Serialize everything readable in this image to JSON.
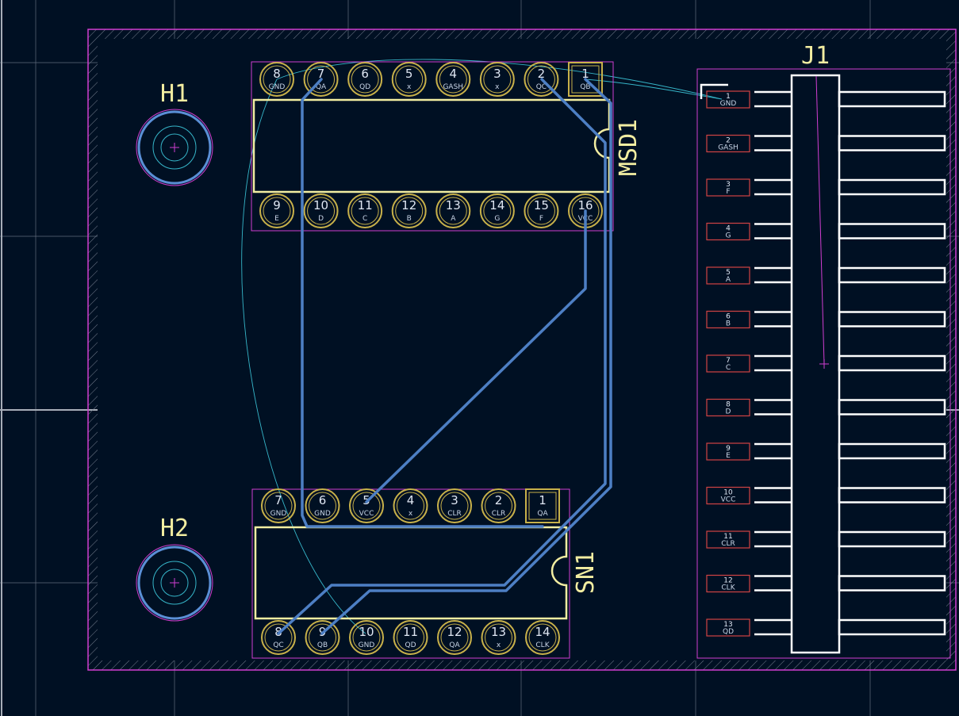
{
  "colors": {
    "background": "#001023",
    "grid": "#8c93a3",
    "board_edge": "#d13ed1",
    "silkscreen": "#f2eda1",
    "copper_track": "#4d7fc4",
    "ratsnest": "#36b6c9",
    "pad_ring": "#c8b14a",
    "courtyard": "#d13ed1",
    "connector_outline": "#ffffff"
  },
  "footprints": {
    "h1": {
      "ref": "H1"
    },
    "h2": {
      "ref": "H2"
    },
    "msd1": {
      "ref": "MSD1",
      "top_pads": [
        {
          "num": "8",
          "net": "GND"
        },
        {
          "num": "7",
          "net": "QA"
        },
        {
          "num": "6",
          "net": "QD"
        },
        {
          "num": "5",
          "net": "x"
        },
        {
          "num": "4",
          "net": "GASH"
        },
        {
          "num": "3",
          "net": "x"
        },
        {
          "num": "2",
          "net": "QC"
        },
        {
          "num": "1",
          "net": "QB"
        }
      ],
      "bottom_pads": [
        {
          "num": "9",
          "net": "E"
        },
        {
          "num": "10",
          "net": "D"
        },
        {
          "num": "11",
          "net": "C"
        },
        {
          "num": "12",
          "net": "B"
        },
        {
          "num": "13",
          "net": "A"
        },
        {
          "num": "14",
          "net": "G"
        },
        {
          "num": "15",
          "net": "F"
        },
        {
          "num": "16",
          "net": "VCC"
        }
      ]
    },
    "sn1": {
      "ref": "SN1",
      "top_pads": [
        {
          "num": "7",
          "net": "GND"
        },
        {
          "num": "6",
          "net": "GND"
        },
        {
          "num": "5",
          "net": "VCC"
        },
        {
          "num": "4",
          "net": "x"
        },
        {
          "num": "3",
          "net": "CLR"
        },
        {
          "num": "2",
          "net": "CLR"
        },
        {
          "num": "1",
          "net": "QA"
        }
      ],
      "bottom_pads": [
        {
          "num": "8",
          "net": "QC"
        },
        {
          "num": "9",
          "net": "QB"
        },
        {
          "num": "10",
          "net": "GND"
        },
        {
          "num": "11",
          "net": "QD"
        },
        {
          "num": "12",
          "net": "QA"
        },
        {
          "num": "13",
          "net": "x"
        },
        {
          "num": "14",
          "net": "CLK"
        }
      ]
    },
    "j1": {
      "ref": "J1",
      "pads": [
        {
          "num": "1",
          "net": "GND"
        },
        {
          "num": "2",
          "net": "GASH"
        },
        {
          "num": "3",
          "net": "F"
        },
        {
          "num": "4",
          "net": "G"
        },
        {
          "num": "5",
          "net": "A"
        },
        {
          "num": "6",
          "net": "B"
        },
        {
          "num": "7",
          "net": "C"
        },
        {
          "num": "8",
          "net": "D"
        },
        {
          "num": "9",
          "net": "E"
        },
        {
          "num": "10",
          "net": "VCC"
        },
        {
          "num": "11",
          "net": "CLR"
        },
        {
          "num": "12",
          "net": "CLK"
        },
        {
          "num": "13",
          "net": "QD"
        }
      ]
    }
  }
}
